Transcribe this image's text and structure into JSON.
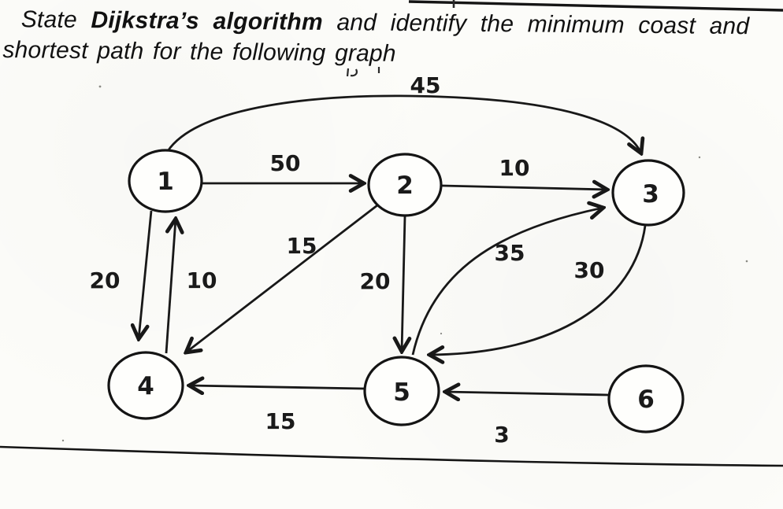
{
  "document": {
    "question_line1_start": "State",
    "question_line1_bold": "Dijkstra’s algorithm",
    "question_line1_end": "and identify the minimum coast and",
    "question_line2": "shortest path for the following graph"
  },
  "graph": {
    "type": "directed-weighted-graph",
    "nodes": [
      {
        "id": "1"
      },
      {
        "id": "2"
      },
      {
        "id": "3"
      },
      {
        "id": "4"
      },
      {
        "id": "5"
      },
      {
        "id": "6"
      }
    ],
    "edges": [
      {
        "from": "1",
        "to": "3",
        "weight": "45"
      },
      {
        "from": "1",
        "to": "2",
        "weight": "50"
      },
      {
        "from": "2",
        "to": "3",
        "weight": "10"
      },
      {
        "from": "1",
        "to": "4",
        "weight": "20"
      },
      {
        "from": "4",
        "to": "1",
        "weight": "10"
      },
      {
        "from": "2",
        "to": "4",
        "weight": "15"
      },
      {
        "from": "2",
        "to": "5",
        "weight": "20"
      },
      {
        "from": "5",
        "to": "3",
        "weight": "35"
      },
      {
        "from": "3",
        "to": "5",
        "weight": "30"
      },
      {
        "from": "5",
        "to": "4",
        "weight": "15"
      },
      {
        "from": "6",
        "to": "5",
        "weight": "3"
      }
    ]
  },
  "colors": {
    "ink": "#161616",
    "paper": "#fcfcf9"
  }
}
